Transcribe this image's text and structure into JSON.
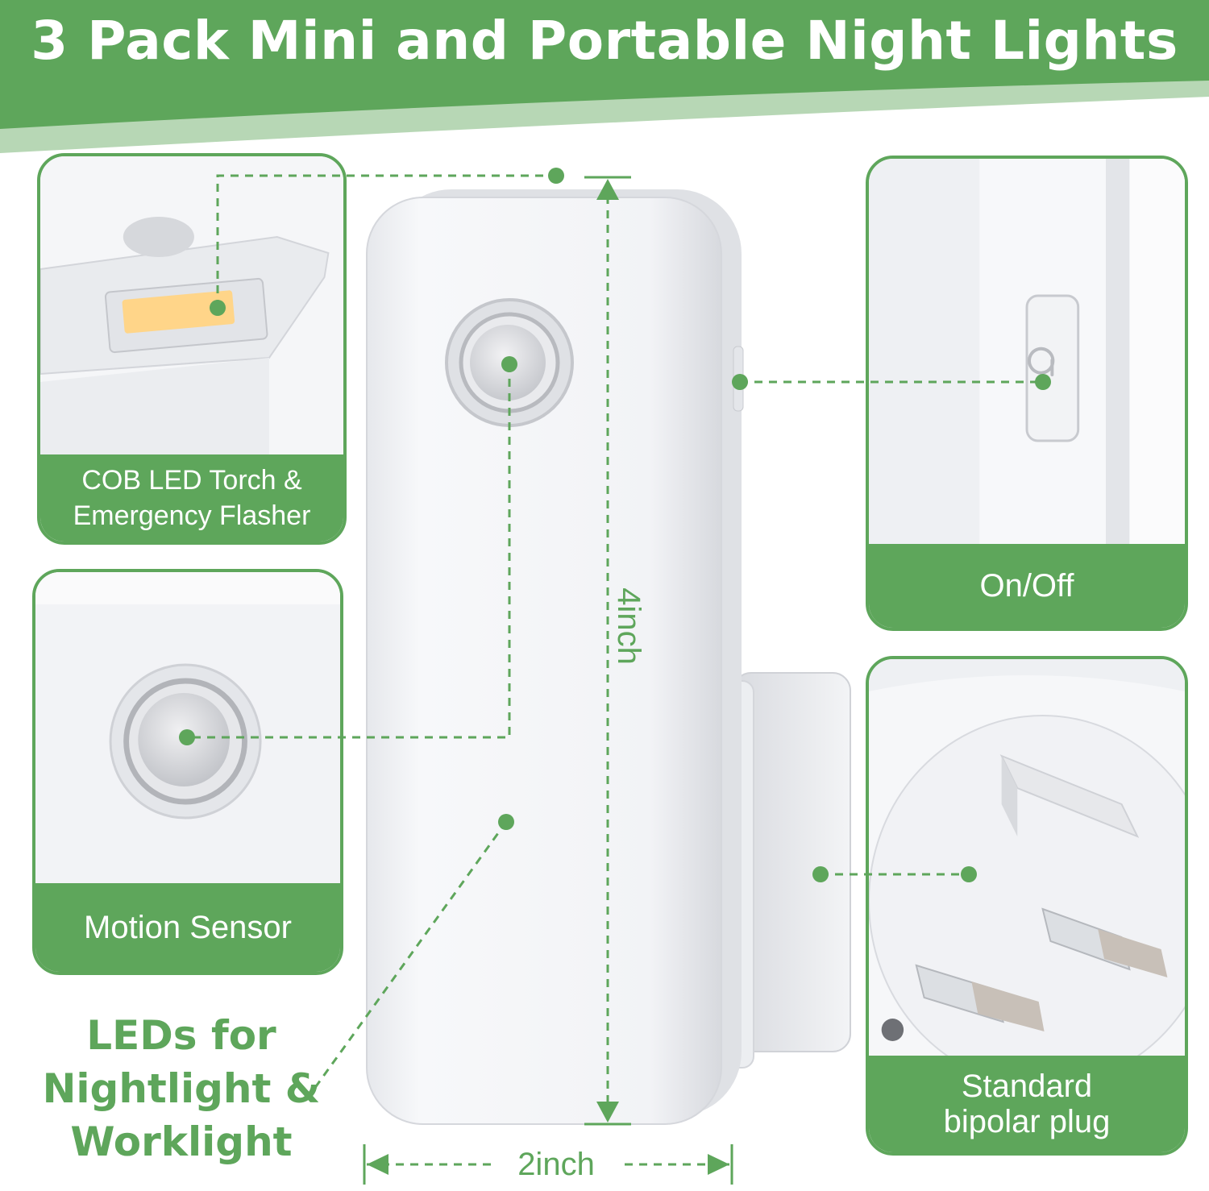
{
  "title": "3 Pack Mini and Portable Night Lights",
  "colors": {
    "accent": "#5ea65b",
    "accent_light": "#b7d7b5",
    "background": "#ffffff",
    "product": "#f1f2f5"
  },
  "callouts": {
    "cob": {
      "label": "COB LED Torch &\nEmergency Flasher"
    },
    "motion": {
      "label": "Motion Sensor"
    },
    "onoff": {
      "label": "On/Off",
      "icon": "power-icon"
    },
    "plug": {
      "label": "Standard\nbipolar plug"
    }
  },
  "feature_text": "LEDs for\nNightlight &\nWorklight",
  "dimensions": {
    "height": "4inch",
    "width": "2inch"
  }
}
